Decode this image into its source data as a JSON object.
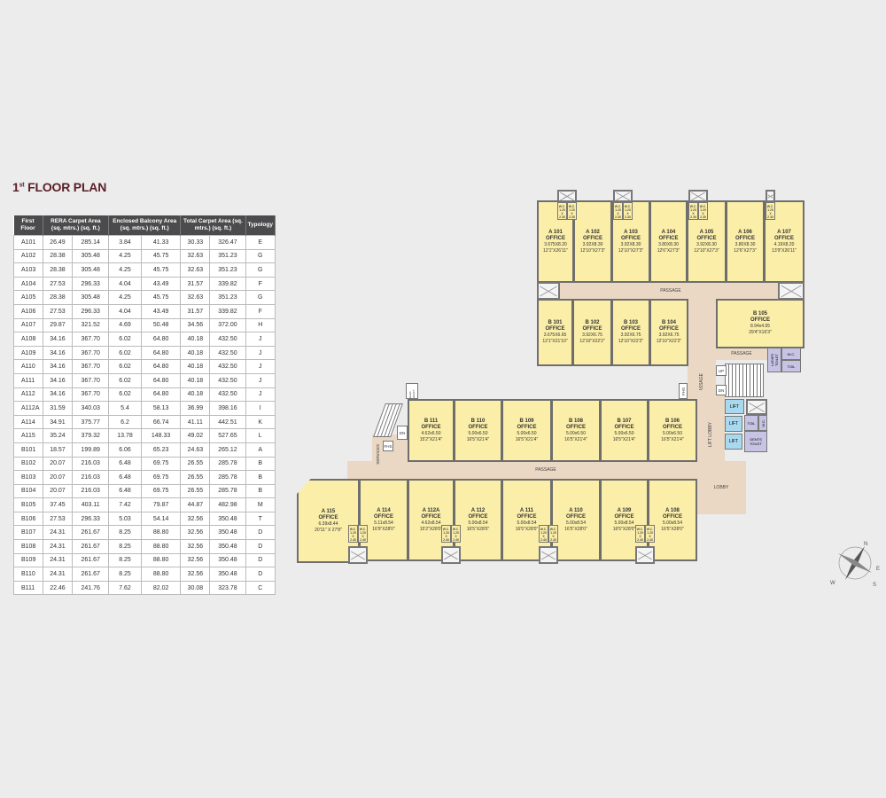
{
  "title": {
    "main": "FLOOR PLAN",
    "ordinal": "1",
    "suffix": "st"
  },
  "table": {
    "headers": [
      "First Floor",
      "RERA Carpet Area (sq. mtrs.) (sq. ft.)",
      "Enclosed Balcony Area (sq. mtrs.) (sq. ft.)",
      "Total Carpet Area (sq. mtrs.) (sq. ft.)",
      "Typology"
    ],
    "rows": [
      [
        "A101",
        "26.49",
        "285.14",
        "3.84",
        "41.33",
        "30.33",
        "326.47",
        "E"
      ],
      [
        "A102",
        "28.38",
        "305.48",
        "4.25",
        "45.75",
        "32.63",
        "351.23",
        "G"
      ],
      [
        "A103",
        "28.38",
        "305.48",
        "4.25",
        "45.75",
        "32.63",
        "351.23",
        "G"
      ],
      [
        "A104",
        "27.53",
        "296.33",
        "4.04",
        "43.49",
        "31.57",
        "339.82",
        "F"
      ],
      [
        "A105",
        "28.38",
        "305.48",
        "4.25",
        "45.75",
        "32.63",
        "351.23",
        "G"
      ],
      [
        "A106",
        "27.53",
        "296.33",
        "4.04",
        "43.49",
        "31.57",
        "339.82",
        "F"
      ],
      [
        "A107",
        "29.87",
        "321.52",
        "4.69",
        "50.48",
        "34.56",
        "372.00",
        "H"
      ],
      [
        "A108",
        "34.16",
        "367.70",
        "6.02",
        "64.80",
        "40.18",
        "432.50",
        "J"
      ],
      [
        "A109",
        "34.16",
        "367.70",
        "6.02",
        "64.80",
        "40.18",
        "432.50",
        "J"
      ],
      [
        "A110",
        "34.16",
        "367.70",
        "6.02",
        "64.80",
        "40.18",
        "432.50",
        "J"
      ],
      [
        "A111",
        "34.16",
        "367.70",
        "6.02",
        "64.80",
        "40.18",
        "432.50",
        "J"
      ],
      [
        "A112",
        "34.16",
        "367.70",
        "6.02",
        "64.80",
        "40.18",
        "432.50",
        "J"
      ],
      [
        "A112A",
        "31.59",
        "340.03",
        "5.4",
        "58.13",
        "36.99",
        "398.16",
        "I"
      ],
      [
        "A114",
        "34.91",
        "375.77",
        "6.2",
        "66.74",
        "41.11",
        "442.51",
        "K"
      ],
      [
        "A115",
        "35.24",
        "379.32",
        "13.78",
        "148.33",
        "49.02",
        "527.65",
        "L"
      ],
      [
        "B101",
        "18.57",
        "199.89",
        "6.06",
        "65.23",
        "24.63",
        "265.12",
        "A"
      ],
      [
        "B102",
        "20.07",
        "216.03",
        "6.48",
        "69.75",
        "26.55",
        "285.78",
        "B"
      ],
      [
        "B103",
        "20.07",
        "216.03",
        "6.48",
        "69.75",
        "26.55",
        "285.78",
        "B"
      ],
      [
        "B104",
        "20.07",
        "216.03",
        "6.48",
        "69.75",
        "26.55",
        "285.78",
        "B"
      ],
      [
        "B105",
        "37.45",
        "403.11",
        "7.42",
        "79.87",
        "44.87",
        "482.98",
        "M"
      ],
      [
        "B106",
        "27.53",
        "296.33",
        "5.03",
        "54.14",
        "32.56",
        "350.48",
        "T"
      ],
      [
        "B107",
        "24.31",
        "261.67",
        "8.25",
        "88.80",
        "32.56",
        "350.48",
        "D"
      ],
      [
        "B108",
        "24.31",
        "261.67",
        "8.25",
        "88.80",
        "32.56",
        "350.48",
        "D"
      ],
      [
        "B109",
        "24.31",
        "261.67",
        "8.25",
        "88.80",
        "32.56",
        "350.48",
        "D"
      ],
      [
        "B110",
        "24.31",
        "261.67",
        "8.25",
        "88.80",
        "32.56",
        "350.48",
        "D"
      ],
      [
        "B111",
        "22.46",
        "241.76",
        "7.62",
        "82.02",
        "30.08",
        "323.78",
        "C"
      ]
    ]
  },
  "plan": {
    "office_label": "OFFICE",
    "rooms": [
      [
        "A 101",
        "3.675X8.20",
        "12'1\"X26'11\""
      ],
      [
        "A 102",
        "3.92X8.30",
        "12'10\"X27'3\""
      ],
      [
        "A 103",
        "3.92X8.30",
        "12'10\"X27'3\""
      ],
      [
        "A 104",
        "3.80X8.30",
        "12'6\"X27'3\""
      ],
      [
        "A 105",
        "3.92X8.30",
        "12'10\"X27'3\""
      ],
      [
        "A 106",
        "3.80X8.30",
        "12'6\"X27'3\""
      ],
      [
        "A 107",
        "4.19X8.20",
        "13'9\"X26'11\""
      ],
      [
        "B 101",
        "3.675X6.65",
        "12'1\"X21'10\""
      ],
      [
        "B 102",
        "3.92X6.75",
        "12'10\"X22'2\""
      ],
      [
        "B 103",
        "3.92X6.75",
        "12'10\"X22'2\""
      ],
      [
        "B 104",
        "3.92X6.75",
        "12'10\"X22'2\""
      ],
      [
        "B 105",
        "8.94x4.95",
        "29'4\"X16'3\""
      ],
      [
        "B 111",
        "4.62x6.50",
        "15'2\"X21'4\""
      ],
      [
        "B 110",
        "5.00x6.50",
        "16'5\"X21'4\""
      ],
      [
        "B 109",
        "5.00x6.50",
        "16'5\"X21'4\""
      ],
      [
        "B 108",
        "5.00x6.50",
        "16'5\"X21'4\""
      ],
      [
        "B 107",
        "5.00x6.50",
        "16'5\"X21'4\""
      ],
      [
        "B 106",
        "5.00x6.50",
        "16'5\"X21'4\""
      ],
      [
        "A 115",
        "6.39x8.44",
        "20'11\" X 27'8\""
      ],
      [
        "A 114",
        "5.11x8.54",
        "16'9\"X28'0\""
      ],
      [
        "A 112A",
        "4.62x8.54",
        "15'2\"X28'0\""
      ],
      [
        "A 112",
        "5.00x8.54",
        "16'5\"X28'0\""
      ],
      [
        "A 111",
        "5.00x8.54",
        "16'5\"X28'0\""
      ],
      [
        "A 110",
        "5.00x8.54",
        "16'5\"X28'0\""
      ],
      [
        "A 109",
        "5.00x8.54",
        "16'5\"X28'0\""
      ],
      [
        "A 108",
        "5.00x8.54",
        "16'5\"X28'0\""
      ]
    ],
    "wc_label": "W.C.",
    "wc_top_size": "1.20 X 2.30",
    "wc_bottom_size": "1.20 X 2.40",
    "passage": "PASSAGE",
    "lift": "LIFT",
    "lift_lobby": "LIFT LOBBY",
    "lobby": "LOBBY",
    "ladies_toilet": "LADIES TOILET",
    "gents_toilet": "GENTS TOILET",
    "toil": "TOIL",
    "wc": "W.C.",
    "up": "UP",
    "dn": "DN",
    "fhs": "FHS",
    "services": "SERVICES",
    "elec": "ELEC. SHAFT"
  },
  "compass": {
    "n": "N",
    "e": "E",
    "s": "S",
    "w": "W"
  }
}
